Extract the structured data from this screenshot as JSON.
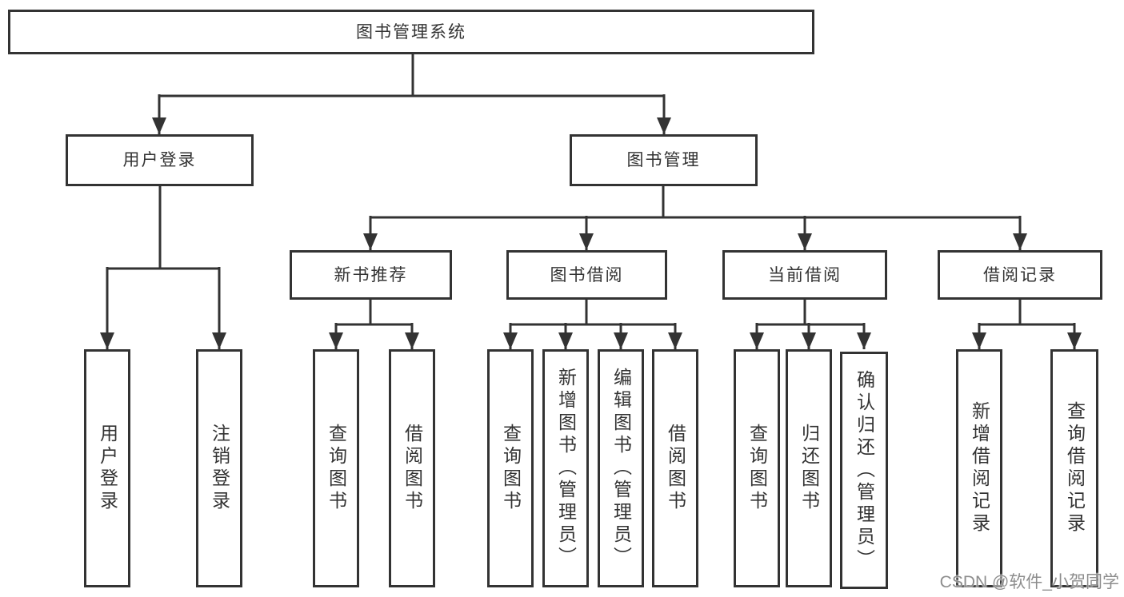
{
  "diagram": {
    "watermark": "CSDN @软件_小贺同学",
    "colors": {
      "line": "#333333",
      "box_border": "#333333",
      "text": "#333333",
      "watermark": "#8d8d8d",
      "background": "#ffffff"
    },
    "nodes": {
      "root": {
        "label": "图书管理系统"
      },
      "user_login": {
        "label": "用户登录"
      },
      "book_mgmt": {
        "label": "图书管理"
      },
      "new_book_rec": {
        "label": "新书推荐"
      },
      "book_borrow": {
        "label": "图书借阅"
      },
      "current_borrow": {
        "label": "当前借阅"
      },
      "borrow_records": {
        "label": "借阅记录"
      },
      "leaf_user_login": {
        "label": "用户登录"
      },
      "leaf_logout": {
        "label": "注销登录"
      },
      "leaf_query_books_1": {
        "label": "查询图书"
      },
      "leaf_borrow_books_1": {
        "label": "借阅图书"
      },
      "leaf_query_books_2": {
        "label": "查询图书"
      },
      "leaf_add_books": {
        "label": "新增图书（管理员）"
      },
      "leaf_edit_books": {
        "label": "编辑图书（管理员）"
      },
      "leaf_borrow_books_2": {
        "label": "借阅图书"
      },
      "leaf_query_books_3": {
        "label": "查询图书"
      },
      "leaf_return_books": {
        "label": "归还图书"
      },
      "leaf_confirm_return": {
        "label": "确认归还（管理员）"
      },
      "leaf_add_borrow_record": {
        "label": "新增借阅记录"
      },
      "leaf_query_borrow_record": {
        "label": "查询借阅记录"
      }
    }
  }
}
